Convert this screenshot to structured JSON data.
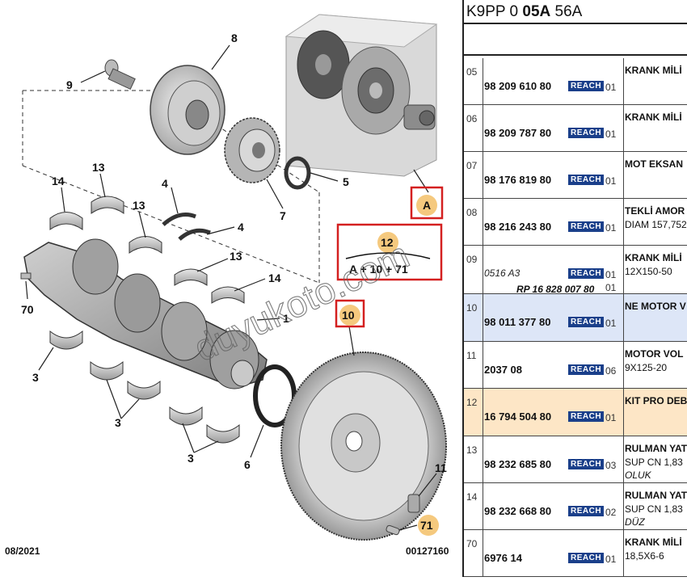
{
  "header": {
    "code_prefix": "K9PP 0 ",
    "code_bold": "05A",
    "code_suffix": " 56A"
  },
  "diagram": {
    "callouts": [
      "8",
      "9",
      "5",
      "7",
      "4",
      "4",
      "13",
      "14",
      "13",
      "13",
      "14",
      "1",
      "70",
      "3",
      "3",
      "3",
      "6",
      "11",
      "A",
      "12",
      "A + 10 + 71",
      "10",
      "71"
    ],
    "footer_left": "08/2021",
    "footer_right": "00127160",
    "watermark": "duyukoto.com"
  },
  "colors": {
    "highlight_red": "#d42020",
    "badge_orange": "#f5c97e",
    "reach_blue": "#1a3f8a",
    "row_blue": "#dde6f7",
    "row_orange": "#fde6c6"
  },
  "parts": [
    {
      "idx": "05",
      "ref": "98 209 610 80",
      "qty": "01",
      "desc": [
        "KRANK MİLİ",
        "",
        ""
      ]
    },
    {
      "idx": "06",
      "ref": "98 209 787 80",
      "qty": "01",
      "desc": [
        "KRANK MİLİ",
        "",
        ""
      ]
    },
    {
      "idx": "07",
      "ref": "98 176 819 80",
      "qty": "01",
      "desc": [
        "MOT EKSAN",
        "",
        ""
      ]
    },
    {
      "idx": "08",
      "ref": "98 216 243 80",
      "qty": "01",
      "desc": [
        "TEKLİ AMOR",
        "DIAM 157,752",
        ""
      ]
    },
    {
      "idx": "09",
      "ref": "0516 A3",
      "ref2": "RP 16 828 007 80",
      "qty": "01",
      "qty2": "01",
      "desc": [
        "KRANK MİLİ",
        "12X150-50",
        ""
      ]
    },
    {
      "idx": "10",
      "ref": "98 011 377 80",
      "qty": "01",
      "desc": [
        "NE MOTOR V",
        "",
        ""
      ]
    },
    {
      "idx": "11",
      "ref": "2037 08",
      "qty": "06",
      "desc": [
        "MOTOR VOL",
        "9X125-20",
        ""
      ]
    },
    {
      "idx": "12",
      "ref": "16 794 504 80",
      "qty": "01",
      "desc": [
        "KIT PRO DEB",
        "",
        ""
      ]
    },
    {
      "idx": "13",
      "ref": "98 232 685 80",
      "qty": "03",
      "desc": [
        "RULMAN YAT",
        "SUP CN 1,83",
        "OLUK"
      ]
    },
    {
      "idx": "14",
      "ref": "98 232 668 80",
      "qty": "02",
      "desc": [
        "RULMAN YAT",
        "SUP CN 1,83",
        "DÜZ"
      ]
    },
    {
      "idx": "70",
      "ref": "6976 14",
      "qty": "01",
      "desc": [
        "KRANK MİLİ",
        "18,5X6-6",
        ""
      ]
    }
  ],
  "reach_label": "REACH"
}
